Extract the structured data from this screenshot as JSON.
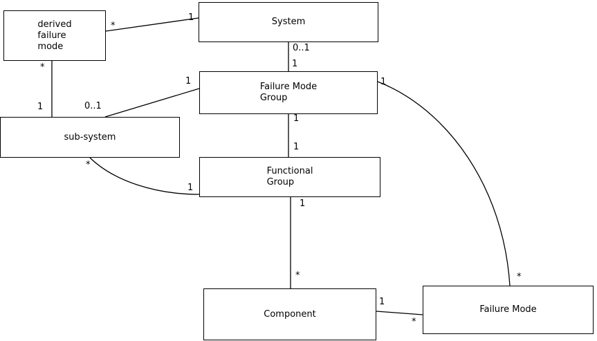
{
  "diagram": {
    "background_color": "#ffffff",
    "line_color": "#000000",
    "nodes": {
      "derived_failure_mode": {
        "label": "derived\nfailure\nmode"
      },
      "system": {
        "label": "System"
      },
      "failure_mode_group": {
        "label": "Failure Mode\nGroup"
      },
      "sub_system": {
        "label": "sub-system"
      },
      "functional_group": {
        "label": "Functional\nGroup"
      },
      "component": {
        "label": "Component"
      },
      "failure_mode": {
        "label": "Failure Mode"
      }
    },
    "multiplicities": {
      "dfm_end_system_assoc": "*",
      "system_end_dfm_assoc": "1",
      "system_end_fmg_assoc": "0..1",
      "fmg_end_system_assoc": "1",
      "dfm_end_subsystem_assoc": "*",
      "subsystem_end_dfm_assoc": "1",
      "subsystem_end_fmg_assoc": "0..1",
      "fmg_end_subsystem_assoc": "1",
      "fmg_end_fg_assoc": "1",
      "fg_end_fmg_assoc": "1",
      "subsystem_end_fg_assoc": "*",
      "fg_end_subsystem_assoc": "1",
      "fg_end_component_assoc": "1",
      "component_end_fg_assoc": "*",
      "component_end_fm_assoc": "1",
      "fm_end_component_assoc": "*",
      "fmg_end_fm_assoc": "1",
      "fm_end_fmg_assoc": "*"
    }
  }
}
